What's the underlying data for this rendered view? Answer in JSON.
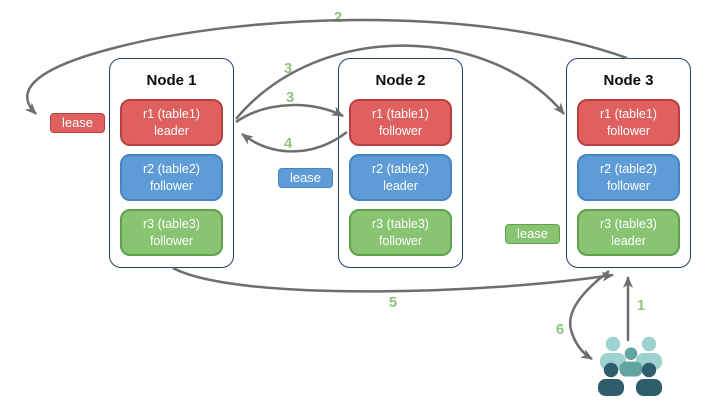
{
  "diagram": {
    "nodes": [
      {
        "title": "Node 1",
        "replicas": [
          {
            "name": "r1 (table1)",
            "role": "leader",
            "color": "red"
          },
          {
            "name": "r2 (table2)",
            "role": "follower",
            "color": "blue"
          },
          {
            "name": "r3 (table3)",
            "role": "follower",
            "color": "green"
          }
        ]
      },
      {
        "title": "Node 2",
        "replicas": [
          {
            "name": "r1 (table1)",
            "role": "follower",
            "color": "red"
          },
          {
            "name": "r2 (table2)",
            "role": "leader",
            "color": "blue"
          },
          {
            "name": "r3 (table3)",
            "role": "follower",
            "color": "green"
          }
        ]
      },
      {
        "title": "Node 3",
        "replicas": [
          {
            "name": "r1 (table1)",
            "role": "follower",
            "color": "red"
          },
          {
            "name": "r2 (table2)",
            "role": "follower",
            "color": "blue"
          },
          {
            "name": "r3 (table3)",
            "role": "leader",
            "color": "green"
          }
        ]
      }
    ],
    "leases": [
      {
        "label": "lease",
        "color": "red"
      },
      {
        "label": "lease",
        "color": "blue"
      },
      {
        "label": "lease",
        "color": "green"
      }
    ],
    "steps": {
      "s1": "1",
      "s2": "2",
      "s3a": "3",
      "s3b": "3",
      "s4": "4",
      "s5": "5",
      "s6": "6"
    },
    "icons": {
      "users": "users-group-icon"
    },
    "colors": {
      "replica_red": "#e0605f",
      "replica_red_border": "#b94040",
      "replica_blue": "#5d9cd6",
      "replica_blue_border": "#4585c2",
      "replica_green": "#89c473",
      "replica_green_border": "#60a24b",
      "node_border": "#23406d",
      "arrow": "#6e6e6e",
      "step_label": "#93c47d",
      "users_light": "#9ed2d0",
      "users_mid": "#61a5a1",
      "users_dark": "#2f5d6b"
    }
  }
}
